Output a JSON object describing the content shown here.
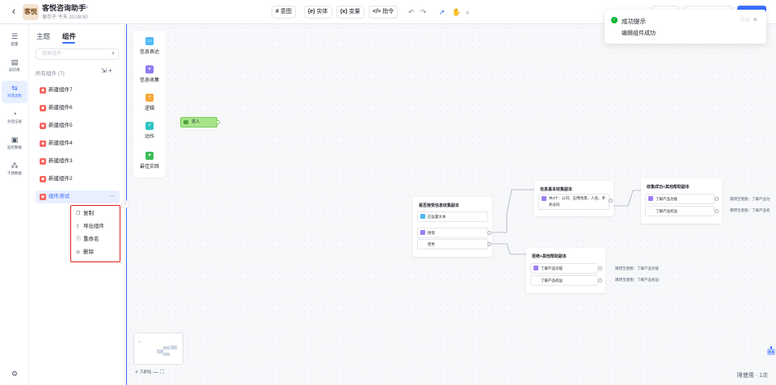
{
  "header": {
    "logo_text": "客悦",
    "title": "客悦咨询助手",
    "save_info": "保存于 今天 20:08:50",
    "toolbar": [
      {
        "icon": "#",
        "label": "意图"
      },
      {
        "icon": "(e)",
        "label": "实体"
      },
      {
        "icon": "(x)",
        "label": "变量"
      },
      {
        "icon": "</>",
        "label": "指令"
      }
    ]
  },
  "rail": {
    "items": [
      {
        "label": "配置",
        "icon": "sliders-icon"
      },
      {
        "label": "知识库",
        "icon": "book-icon"
      },
      {
        "label": "对话流程",
        "icon": "flow-icon",
        "active": true
      },
      {
        "label": "对话记录",
        "icon": "chat-icon"
      },
      {
        "label": "监控数据",
        "icon": "monitor-icon"
      },
      {
        "label": "干预数据",
        "icon": "nodes-icon"
      }
    ]
  },
  "panel": {
    "tab_theme": "主题",
    "tab_components": "组件",
    "search_placeholder": "搜索组件",
    "all_label": "所有组件 (7)",
    "components": [
      "新建组件7",
      "新建组件6",
      "新建组件5",
      "新建组件4",
      "新建组件3",
      "新建组件2",
      "组件测试"
    ]
  },
  "context_menu": {
    "items": [
      "复制",
      "导出组件",
      "重命名",
      "删除"
    ]
  },
  "palette": {
    "items": [
      {
        "label": "信息表达",
        "color": "#4ab7f7"
      },
      {
        "label": "信息收集",
        "color": "#8e7cf4"
      },
      {
        "label": "逻辑",
        "color": "#f7a93b"
      },
      {
        "label": "动作",
        "color": "#2ec4c4"
      },
      {
        "label": "最佳实践",
        "color": "#3dbd5a"
      }
    ]
  },
  "nodes": {
    "start": "进入",
    "n1": {
      "title": "是否接受信息收集副本",
      "row1": "已设置文本",
      "row2": "接受",
      "row3": "拒绝"
    },
    "n2": {
      "title": "信息基本收集副本",
      "row1": "共4个：公司、应用场景、人名、手机号码"
    },
    "n3": {
      "title": "拒绝+其他帮助副本",
      "row1": "了解产品功能",
      "row2": "了解产品权益",
      "tag1": "跳转至意图：了解产品功能",
      "tag2": "跳转至意图：了解产品权益"
    },
    "n4": {
      "title": "收集成功+其他帮助副本",
      "row1": "了解产品功能",
      "row2": "了解产品权益",
      "tag1": "跳转至意图：了解产品功",
      "tag2": "跳转至意图：了解产品权"
    }
  },
  "zoom": {
    "level": "74%"
  },
  "usage": {
    "label": "限使用 · 1次"
  },
  "toast": {
    "title": "成功提示",
    "time": "(1s)",
    "message": "编辑组件成功"
  }
}
